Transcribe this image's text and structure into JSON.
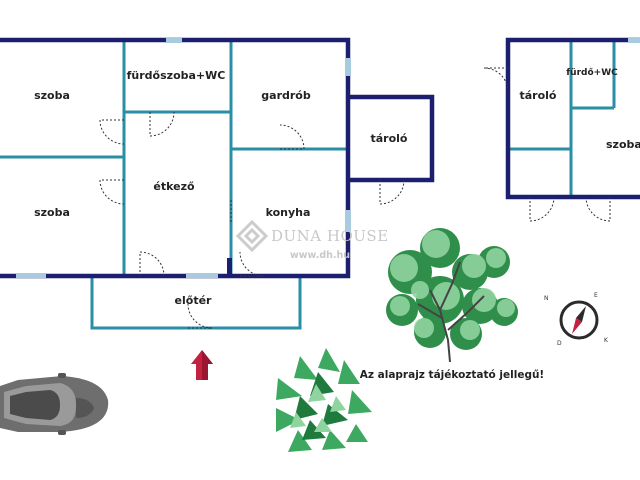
{
  "rooms": {
    "szoba_top": "szoba",
    "szoba_bottom": "szoba",
    "furdoszoba": "fürdőszoba+WC",
    "gardrob": "gardrób",
    "etkezo": "étkező",
    "konyha": "konyha",
    "tarolo_center": "tároló",
    "eloter": "előtér",
    "tarolo_right": "tároló",
    "furdo_right": "fürdő+WC",
    "szoba_right": "szoba"
  },
  "watermark": {
    "brand": "DUNA HOUSE",
    "url": "www.dh.hu"
  },
  "note": "Az alaprajz tájékoztató jellegű!",
  "compass": {
    "n": "N",
    "e": "E",
    "s": "D",
    "k": "K"
  },
  "colors": {
    "outer_wall": "#1c1f6e",
    "inner_wall": "#2a8fa6",
    "window": "#a9cbe0",
    "arrow": "#c4203f",
    "car": "#6e6e6e",
    "tree_light": "#8fd39f",
    "tree_dark": "#2f8f4a",
    "bush": "#3da860"
  }
}
